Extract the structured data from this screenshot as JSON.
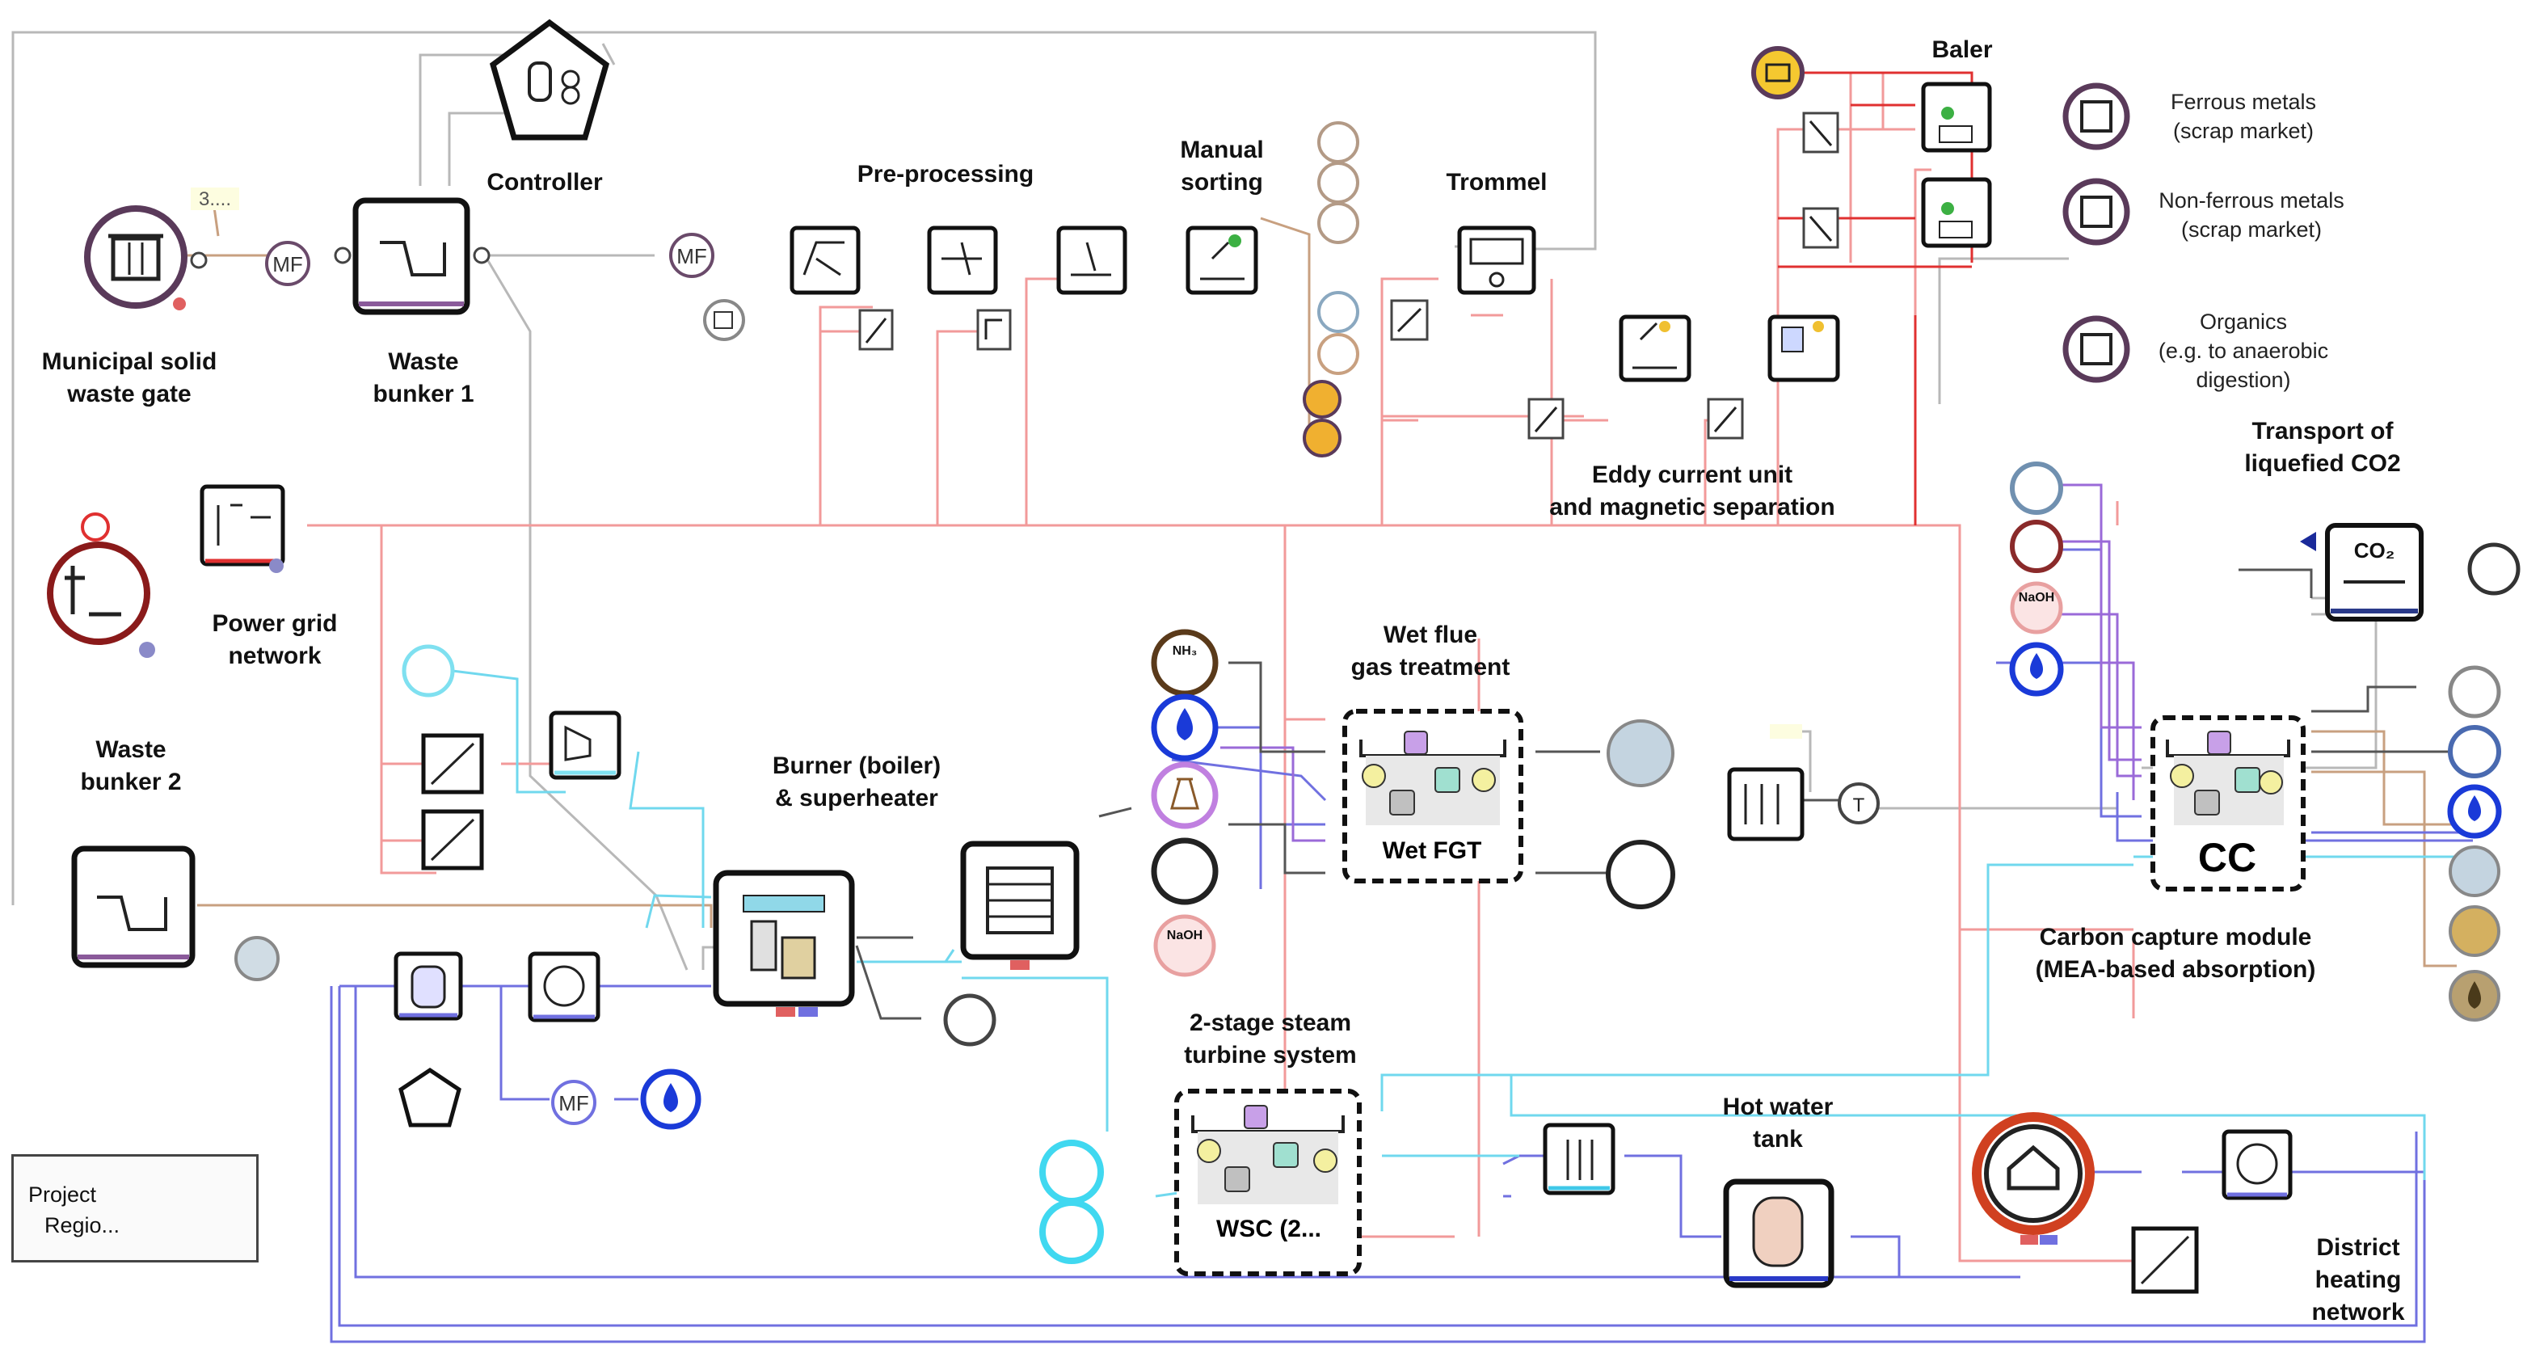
{
  "labels": {
    "msw_gate": "Municipal solid\nwaste gate",
    "waste_bunker_1": "Waste\nbunker 1",
    "controller": "Controller",
    "pre_processing": "Pre-processing",
    "manual_sorting": "Manual\nsorting",
    "trommel": "Trommel",
    "baler": "Baler",
    "ferrous": "Ferrous metals\n(scrap market)",
    "non_ferrous": "Non-ferrous metals\n(scrap market)",
    "organics": "Organics\n(e.g. to anaerobic\ndigestion)",
    "eddy": "Eddy current unit\nand magnetic separation",
    "transport_co2": "Transport of\nliquefied CO2",
    "power_grid": "Power grid\nnetwork",
    "waste_bunker_2": "Waste\nbunker 2",
    "burner": "Burner (boiler)\n& superheater",
    "wet_flue": "Wet flue\ngas treatment",
    "carbon_capture": "Carbon capture module\n(MEA-based absorption)",
    "steam_turbine": "2-stage steam\nturbine system",
    "hot_water": "Hot water\ntank",
    "district_heating": "District heating\nnetwork"
  },
  "block_titles": {
    "wet_fgt": "Wet FGT",
    "cc": "CC",
    "wsc": "WSC (2..."
  },
  "small_text": {
    "mf": "MF",
    "value_tag": "3....",
    "co2": "CO₂",
    "nh3": "NH₃",
    "naoh": "NaOH",
    "t": "T"
  },
  "project": {
    "line1": "Project",
    "line2": "Regio..."
  },
  "colors": {
    "electric": "#f08080",
    "electric_dark": "#e03030",
    "water": "#6a6ae0",
    "cyan": "#7fe0f0",
    "grey": "#b0b0b0",
    "brown": "#c8a080",
    "component_border": "#222222",
    "port_purple": "#5a3a5a"
  }
}
